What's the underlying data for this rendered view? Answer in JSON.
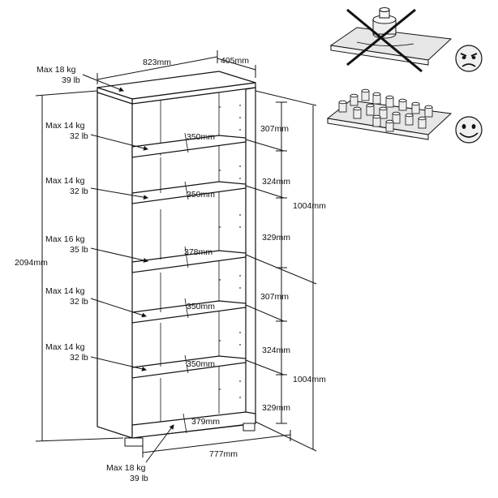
{
  "dimensions": {
    "width": "823mm",
    "depth": "405mm",
    "height": "2094mm",
    "base_width": "777mm",
    "upper_section": "1004mm",
    "lower_section": "1004mm",
    "gaps": [
      "307mm",
      "324mm",
      "329mm",
      "307mm",
      "324mm",
      "329mm"
    ],
    "shelf_depths": [
      "350mm",
      "350mm",
      "378mm",
      "350mm",
      "350mm",
      "379mm"
    ]
  },
  "loads": [
    {
      "kg": "Max 18 kg",
      "lb": "39 lb"
    },
    {
      "kg": "Max 14 kg",
      "lb": "32 lb"
    },
    {
      "kg": "Max 14 kg",
      "lb": "32 lb"
    },
    {
      "kg": "Max 16 kg",
      "lb": "35 lb"
    },
    {
      "kg": "Max 14 kg",
      "lb": "32 lb"
    },
    {
      "kg": "Max 14 kg",
      "lb": "32 lb"
    },
    {
      "kg": "Max 18 kg",
      "lb": "39 lb"
    }
  ],
  "icons": {
    "bad": "angry-face-icon",
    "good": "smiley-face-icon",
    "concentrated": "concentrated-load-icon",
    "distributed": "distributed-load-icon",
    "cross": "cross-out-icon"
  }
}
